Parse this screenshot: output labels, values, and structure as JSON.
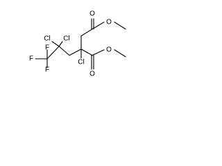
{
  "structure": {
    "atom_labels": {
      "cl_a": "Cl",
      "cl_b": "Cl",
      "cl_c": "Cl",
      "f_a": "F",
      "f_b": "F",
      "f_c": "F",
      "o_ester1_carbonyl": "O",
      "o_ester1_ether": "O",
      "o_ester2_carbonyl": "O",
      "o_ester2_ether": "O"
    }
  }
}
